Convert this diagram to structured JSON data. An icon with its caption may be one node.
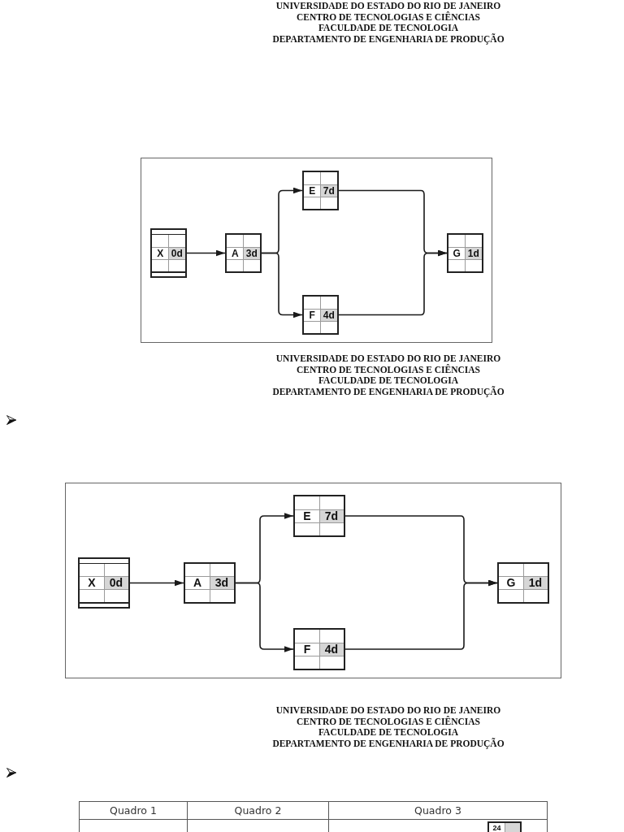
{
  "diagram": {
    "nodes": [
      {
        "text": [
          "X",
          "0d"
        ]
      },
      {
        "text": [
          "A",
          "3d"
        ]
      },
      {
        "text": [
          "E",
          "7d"
        ]
      },
      {
        "text": [
          "F",
          "4d"
        ]
      },
      {
        "text": [
          "G",
          "1d"
        ]
      },
      {
        "text": [
          "X",
          "0d"
        ]
      },
      {
        "text": [
          "A",
          "3d"
        ]
      },
      {
        "text": [
          "E",
          "7d"
        ]
      },
      {
        "text": [
          "F",
          "4d"
        ]
      },
      {
        "text": [
          "G",
          "1d"
        ]
      },
      {
        "text": [
          "24"
        ]
      }
    ],
    "edges": [
      {
        "from": 0,
        "to": 1,
        "arrow": "to"
      },
      {
        "from": 1,
        "to": 2,
        "arrow": "to"
      },
      {
        "from": 1,
        "to": 3,
        "arrow": "to"
      },
      {
        "from": 2,
        "to": 4,
        "arrow": "to"
      },
      {
        "from": 3,
        "to": 4,
        "arrow": "to"
      },
      {
        "from": 5,
        "to": 6,
        "arrow": "to"
      },
      {
        "from": 6,
        "to": 7,
        "arrow": "to"
      },
      {
        "from": 6,
        "to": 8,
        "arrow": "to"
      },
      {
        "from": 7,
        "to": 9,
        "arrow": "to"
      },
      {
        "from": 8,
        "to": 9,
        "arrow": "to"
      }
    ],
    "labels": [
      "UNIVERSIDADE DO ESTADO DO RIO DE JANEIRO",
      "CENTRO DE TECNOLOGIAS E CIÊNCIAS",
      "FACULDADE DE TECNOLOGIA",
      "DEPARTAMENTO DE ENGENHARIA DE PRODUÇÃO",
      "UNIVERSIDADE DO ESTADO DO RIO DE JANEIRO",
      "CENTRO DE TECNOLOGIAS E CIÊNCIAS",
      "FACULDADE DE TECNOLOGIA",
      "DEPARTAMENTO DE ENGENHARIA DE PRODUÇÃO",
      "UNIVERSIDADE DO ESTADO DO RIO DE JANEIRO",
      "CENTRO DE TECNOLOGIAS E CIÊNCIAS",
      "FACULDADE DE TECNOLOGIA",
      "DEPARTAMENTO DE ENGENHARIA DE PRODUÇÃO",
      "Quadro 1",
      "Quadro 2",
      "Quadro 3"
    ]
  }
}
